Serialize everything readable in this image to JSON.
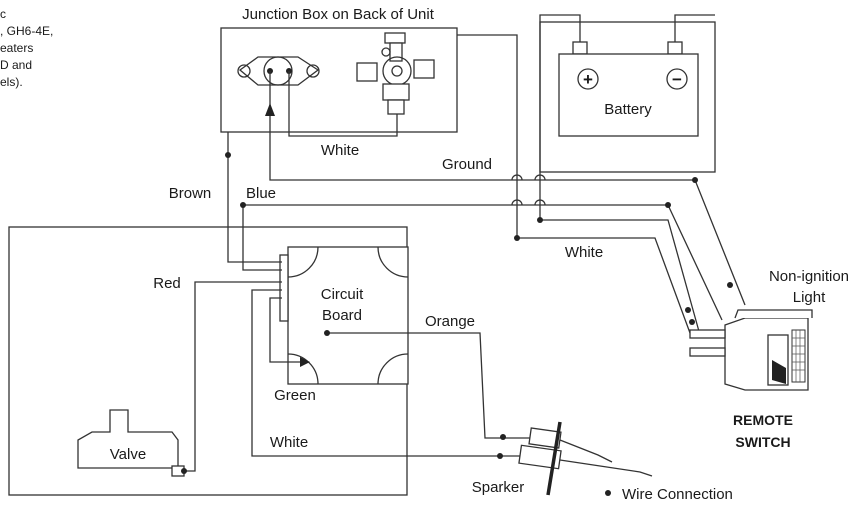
{
  "note_lines": [
    "c",
    ", GH6-4E,",
    "eaters",
    "D and",
    "els)."
  ],
  "junction_box": {
    "title": "Junction Box on Back of Unit"
  },
  "battery": {
    "label": "Battery",
    "positive": "+",
    "negative": "−"
  },
  "circuit_board": {
    "line1": "Circuit",
    "line2": "Board"
  },
  "valve": {
    "label": "Valve"
  },
  "sparker": {
    "label": "Sparker"
  },
  "remote_switch": {
    "line1": "REMOTE",
    "line2": "SWITCH"
  },
  "non_ignition_light": {
    "line1": "Non-ignition",
    "line2": "Light"
  },
  "wires": {
    "white_top": "White",
    "ground": "Ground",
    "brown": "Brown",
    "blue": "Blue",
    "white_right": "White",
    "red": "Red",
    "orange": "Orange",
    "green": "Green",
    "white_bottom": "White"
  },
  "legend": {
    "wire_connection": "Wire Connection"
  }
}
